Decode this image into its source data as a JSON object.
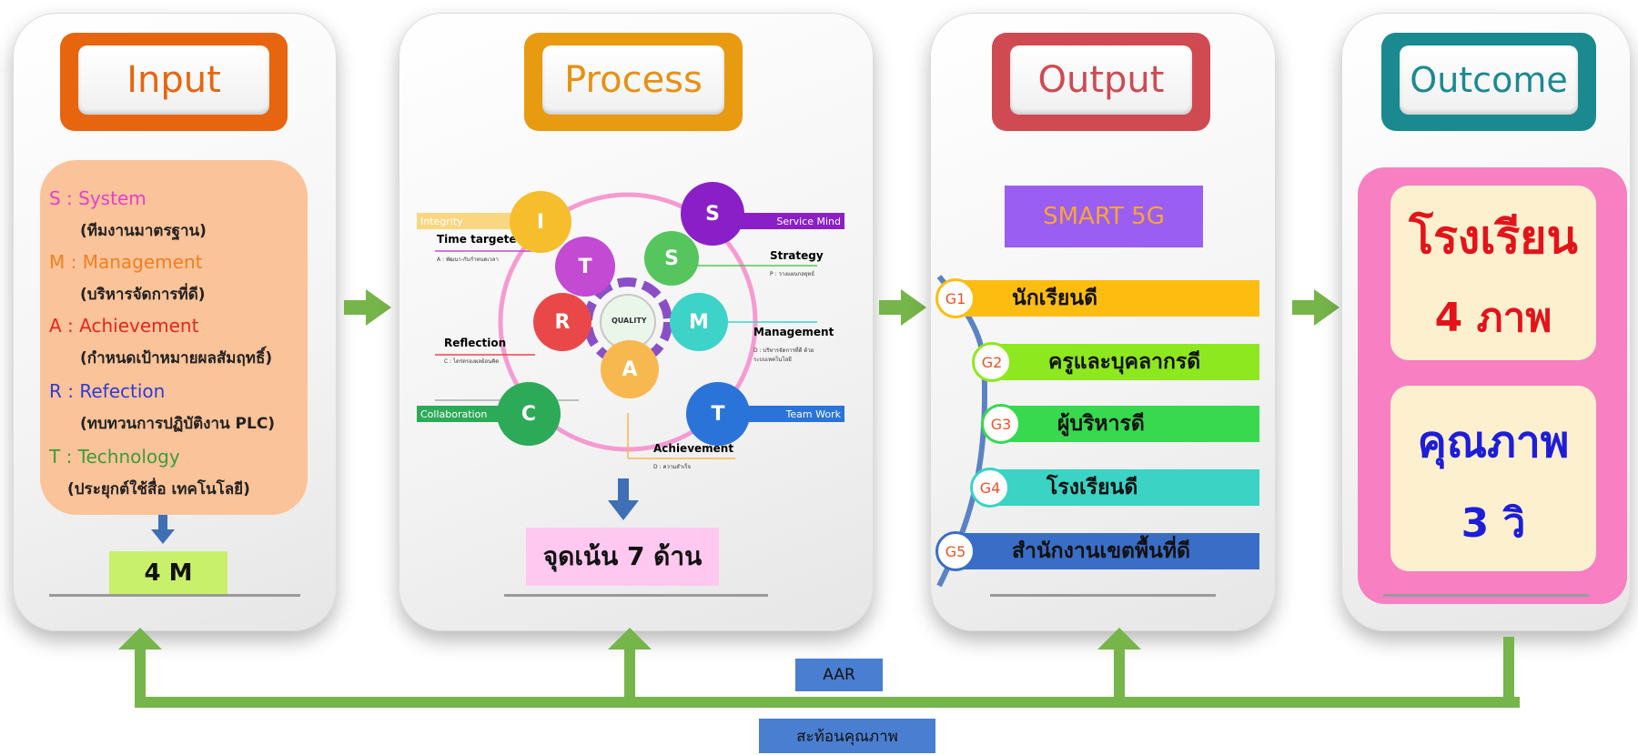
{
  "input": {
    "title": "Input",
    "items": [
      {
        "label": "S : System",
        "sub": "(ทีมงานมาตรฐาน)",
        "color": "#e43fcf"
      },
      {
        "label": "M : Management",
        "sub": "(บริหารจัดการที่ดี)",
        "color": "#f07f22"
      },
      {
        "label": "A : Achievement",
        "sub": "(กำหนดเป้าหมายผลสัมฤทธิ์)",
        "color": "#e5261f"
      },
      {
        "label": "R : Refection",
        "sub": "(ทบทวนการปฏิบัติงาน PLC)",
        "color": "#2e3ad7"
      },
      {
        "label": "T : Technology",
        "sub": "(ประยุกต์ใช้สื่อ เทคโนโลยี)",
        "color": "#3c9b3c"
      }
    ],
    "result": "4 M"
  },
  "process": {
    "title": "Process",
    "center_label": "QUALITY",
    "wheel": [
      {
        "letter": "I",
        "color": "#f6bd2d"
      },
      {
        "letter": "T",
        "color": "#c34ad3"
      },
      {
        "letter": "S",
        "color": "#56c55d"
      },
      {
        "letter": "S",
        "color": "#8a1fc7"
      },
      {
        "letter": "M",
        "color": "#3dd3c9"
      },
      {
        "letter": "R",
        "color": "#ea4848"
      },
      {
        "letter": "A",
        "color": "#f8b850"
      },
      {
        "letter": "C",
        "color": "#2daa58"
      },
      {
        "letter": "T",
        "color": "#2a73d9"
      }
    ],
    "labels": {
      "integrity": "Integrity",
      "service_mind": "Service Mind",
      "time_targeted": "Time targeted",
      "time_targeted_sub": "A : พัฒนา-กับกำหนดเวลา",
      "strategy": "Strategy",
      "strategy_sub": "P : วางแผนกลยุทธ์",
      "reflection": "Reflection",
      "reflection_sub": "C : ไตร่ตรองผลย้อนคิด",
      "management": "Management",
      "management_sub": "D : บริหารจัดการที่ดี ด้วยระบบเทคโนโลยี",
      "collaboration": "Collaboration",
      "team_work": "Team Work",
      "achievement": "Achievement",
      "achievement_sub": "D : ความสำเร็จ"
    },
    "result": "จุดเน้น 7 ด้าน"
  },
  "output": {
    "title": "Output",
    "badge": "SMART 5G",
    "goals": [
      {
        "code": "G1",
        "label": "นักเรียนดี",
        "color": "#fdbd10"
      },
      {
        "code": "G2",
        "label": "ครูและบุคลากรดี",
        "color": "#8ee81f"
      },
      {
        "code": "G3",
        "label": "ผู้บริหารดี",
        "color": "#38d94f"
      },
      {
        "code": "G4",
        "label": "โรงเรียนดี",
        "color": "#3ad3c4"
      },
      {
        "code": "G5",
        "label": "สำนักงานเขตพื้นที่ดี",
        "color": "#3a6ec6"
      }
    ]
  },
  "outcome": {
    "title": "Outcome",
    "box1_line1": "โรงเรียน",
    "box1_line2": "4 ภาพ",
    "box2_line1": "คุณภาพ",
    "box2_line2": "3 วิ"
  },
  "feedback": {
    "aar": "AAR",
    "reflect": "สะท้อนคุณภาพ"
  },
  "colors": {
    "input_frame": "#e8650f",
    "process_frame": "#e89a10",
    "output_frame": "#d04a52",
    "outcome_frame": "#1a8a90",
    "arrow_green": "#76b54a",
    "label_blue": "#4a7ed0"
  }
}
